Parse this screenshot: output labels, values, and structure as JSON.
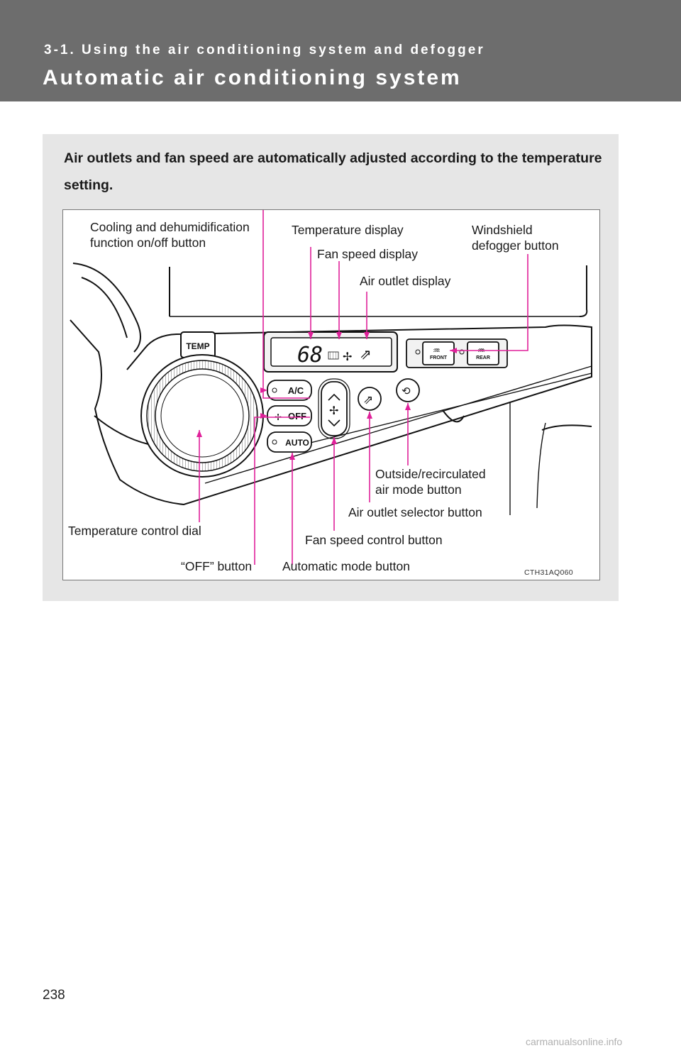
{
  "header": {
    "section": "3-1. Using the air conditioning system and defogger",
    "title": "Automatic air conditioning system"
  },
  "intro": "Air outlets and fan speed are automatically adjusted according to the temperature setting.",
  "figure": {
    "code": "CTH31AQ060",
    "display_temperature": "68",
    "panel_text": {
      "temp": "TEMP",
      "ac": "A/C",
      "off": "OFF",
      "auto": "AUTO",
      "front": "FRONT",
      "rear": "REAR"
    },
    "labels": {
      "cooling_1": "Cooling and dehumidification",
      "cooling_2": "function on/off button",
      "temp_display": "Temperature display",
      "windshield_1": "Windshield",
      "windshield_2": "defogger button",
      "fan_display": "Fan speed display",
      "outlet_display": "Air outlet display",
      "outside_1": "Outside/recirculated",
      "outside_2": "air mode button",
      "outlet_selector": "Air outlet selector button",
      "temp_dial": "Temperature control dial",
      "fan_control": "Fan speed control button",
      "off_button": "“OFF” button",
      "auto_button": "Automatic mode button"
    },
    "leader_color": "#e0219a"
  },
  "page_number": "238",
  "watermark": "carmanualsonline.info"
}
